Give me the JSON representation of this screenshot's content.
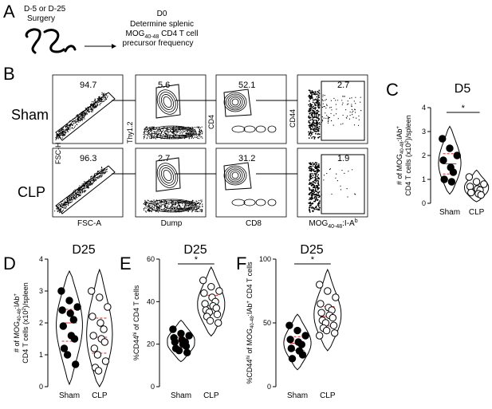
{
  "panel_letters": {
    "a": "A",
    "b": "B",
    "c": "C",
    "d": "D",
    "e": "E",
    "f": "F"
  },
  "panel_a": {
    "surgery_line1": "D-5 or D-25",
    "surgery_line2": "Surgery",
    "d0": "D0",
    "line1": "Determine splenic",
    "line2_prefix": "MOG",
    "line2_sub": "40-48",
    "line2_suffix": " CD4 T cell",
    "line3": "precursor frequency"
  },
  "panel_b": {
    "rows": [
      {
        "label": "Sham",
        "values": [
          "94.7",
          "5.6",
          "52.1",
          "2.7"
        ]
      },
      {
        "label": "CLP",
        "values": [
          "96.3",
          "2.7",
          "31.2",
          "1.9"
        ]
      }
    ],
    "y_labels": [
      "FSC-H",
      "Thy1.2",
      "CD4",
      "CD44"
    ],
    "x_labels": [
      "FSC-A",
      "Dump",
      "CD8"
    ],
    "x_label_last_prefix": "MOG",
    "x_label_last_sub": "40-48",
    "x_label_last_suffix": ":I-A",
    "x_label_last_sup": "b"
  },
  "chart_data": [
    {
      "type": "scatter",
      "panel": "C",
      "title": "D5",
      "categories": [
        "Sham",
        "CLP"
      ],
      "ylabel_line1_prefix": "# of MOG",
      "ylabel_line1_sub": "40-48",
      "ylabel_line1_suffix": ":IAb",
      "ylabel_line1_sup": "+",
      "ylabel_line2_prefix": "CD4 T cells (x10",
      "ylabel_line2_sup": "2",
      "ylabel_line2_suffix": ")/spleen",
      "ylim": [
        0,
        4
      ],
      "yticks": [
        "0",
        "1",
        "2",
        "3",
        "4"
      ],
      "significance": "*",
      "series": [
        {
          "values": [
            2.7,
            2.3,
            2.0,
            1.8,
            1.5,
            1.3,
            1.0,
            0.9
          ],
          "color": "#000000",
          "fill": "#000000"
        },
        {
          "values": [
            1.1,
            0.9,
            0.8,
            0.7,
            0.6,
            0.55,
            0.45,
            0.4,
            0.35
          ],
          "color": "#000000",
          "fill": "#ffffff"
        }
      ]
    },
    {
      "type": "scatter",
      "panel": "D",
      "title": "D25",
      "categories": [
        "Sham",
        "CLP"
      ],
      "ylabel_line1_prefix": "# of MOG",
      "ylabel_line1_sub": "40-48",
      "ylabel_line1_suffix": ":IAb",
      "ylabel_line1_sup": "+",
      "ylabel_line2_prefix": "CD4 T cells (x10",
      "ylabel_line2_sup": "2",
      "ylabel_line2_suffix": ")/spleen",
      "ylim": [
        0,
        4
      ],
      "yticks": [
        "0",
        "1",
        "2",
        "3",
        "4"
      ],
      "significance": "",
      "series": [
        {
          "values": [
            3.0,
            2.7,
            2.5,
            2.4,
            2.3,
            2.1,
            1.9,
            1.6,
            1.5,
            1.2,
            1.0,
            0.7
          ],
          "color": "#000000",
          "fill": "#000000"
        },
        {
          "values": [
            3.0,
            2.8,
            2.5,
            2.2,
            2.0,
            1.8,
            1.6,
            1.5,
            1.4,
            1.2,
            1.0,
            0.8,
            0.6,
            0.5
          ],
          "color": "#000000",
          "fill": "#ffffff"
        }
      ]
    },
    {
      "type": "scatter",
      "panel": "E",
      "title": "D25",
      "categories": [
        "Sham",
        "CLP"
      ],
      "ylabel_prefix": "%CD44",
      "ylabel_sup": "hi",
      "ylabel_suffix": " of CD4 T cells",
      "ylim": [
        0,
        60
      ],
      "yticks": [
        "0",
        "20",
        "40",
        "60"
      ],
      "significance": "*",
      "series": [
        {
          "values": [
            27,
            25,
            24,
            23,
            22,
            21,
            21,
            20,
            19,
            18,
            17,
            16
          ],
          "color": "#000000",
          "fill": "#000000"
        },
        {
          "values": [
            50,
            47,
            45,
            44,
            42,
            40,
            39,
            38,
            37,
            36,
            35,
            34,
            33,
            31,
            30
          ],
          "color": "#000000",
          "fill": "#ffffff"
        }
      ]
    },
    {
      "type": "scatter",
      "panel": "F",
      "title": "D25",
      "categories": [
        "Sham",
        "CLP"
      ],
      "ylabel_prefix": "%CD44",
      "ylabel_sup": "hi",
      "ylabel_mid": " of MOG",
      "ylabel_sub": "40-48",
      "ylabel_mid2": ":IAb",
      "ylabel_sup2": "+",
      "ylabel_suffix": " CD4 T cells",
      "ylim": [
        0,
        100
      ],
      "yticks": [
        "0",
        "50",
        "100"
      ],
      "significance": "*",
      "series": [
        {
          "values": [
            48,
            44,
            40,
            37,
            35,
            33,
            30,
            28,
            25,
            22
          ],
          "color": "#000000",
          "fill": "#000000"
        },
        {
          "values": [
            80,
            75,
            70,
            65,
            62,
            60,
            58,
            56,
            54,
            52,
            50,
            48,
            46,
            44,
            42,
            40
          ],
          "color": "#000000",
          "fill": "#ffffff"
        }
      ]
    }
  ]
}
